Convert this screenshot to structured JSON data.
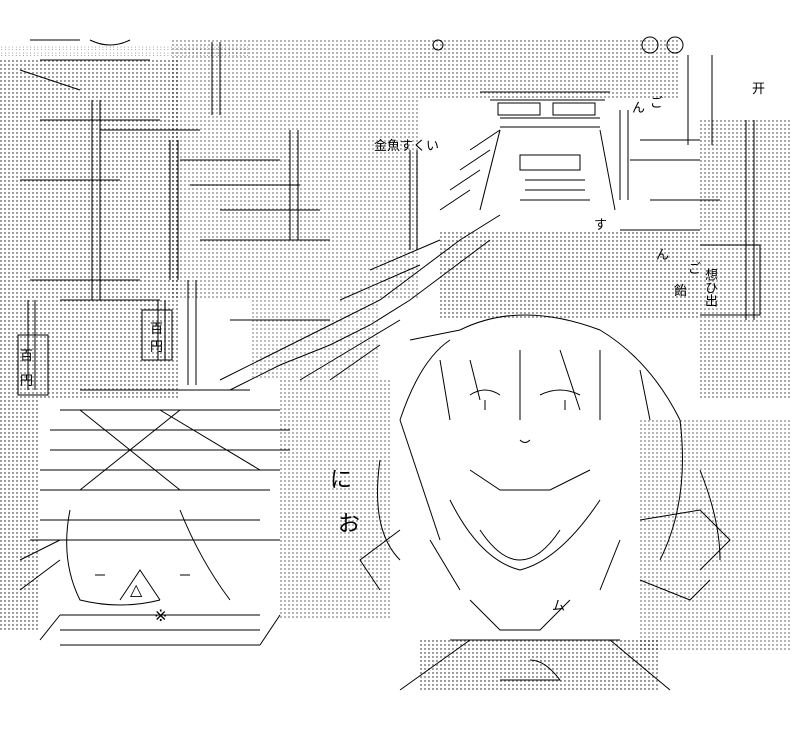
{
  "scene": {
    "sign_goldfish": "金魚すくい",
    "sign_ame": "飴",
    "sign_omoide": "想ひ出",
    "sign_kome": "※",
    "sign_triangle": "△",
    "text_ni": "に",
    "text_o": "お",
    "text_yen1": "円",
    "text_yen2": "円",
    "text_hyaku1": "百",
    "text_hyaku2": "百",
    "text_n1": "ん",
    "text_n2": "ん",
    "text_go1": "ご",
    "text_go2": "ご",
    "text_su": "す",
    "text_mu": "ム",
    "text_kai": "开"
  }
}
